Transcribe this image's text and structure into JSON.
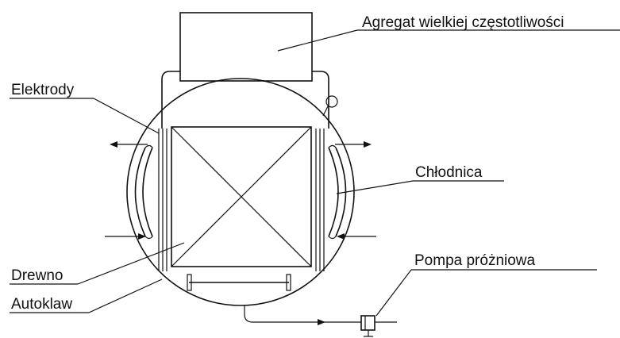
{
  "labels": {
    "generator": "Agregat wielkiej częstotliwości",
    "electrodes": "Elektrody",
    "cooler": "Chłodnica",
    "vacuum_pump": "Pompa próżniowa",
    "wood": "Drewno",
    "autoclave": "Autoklaw"
  }
}
